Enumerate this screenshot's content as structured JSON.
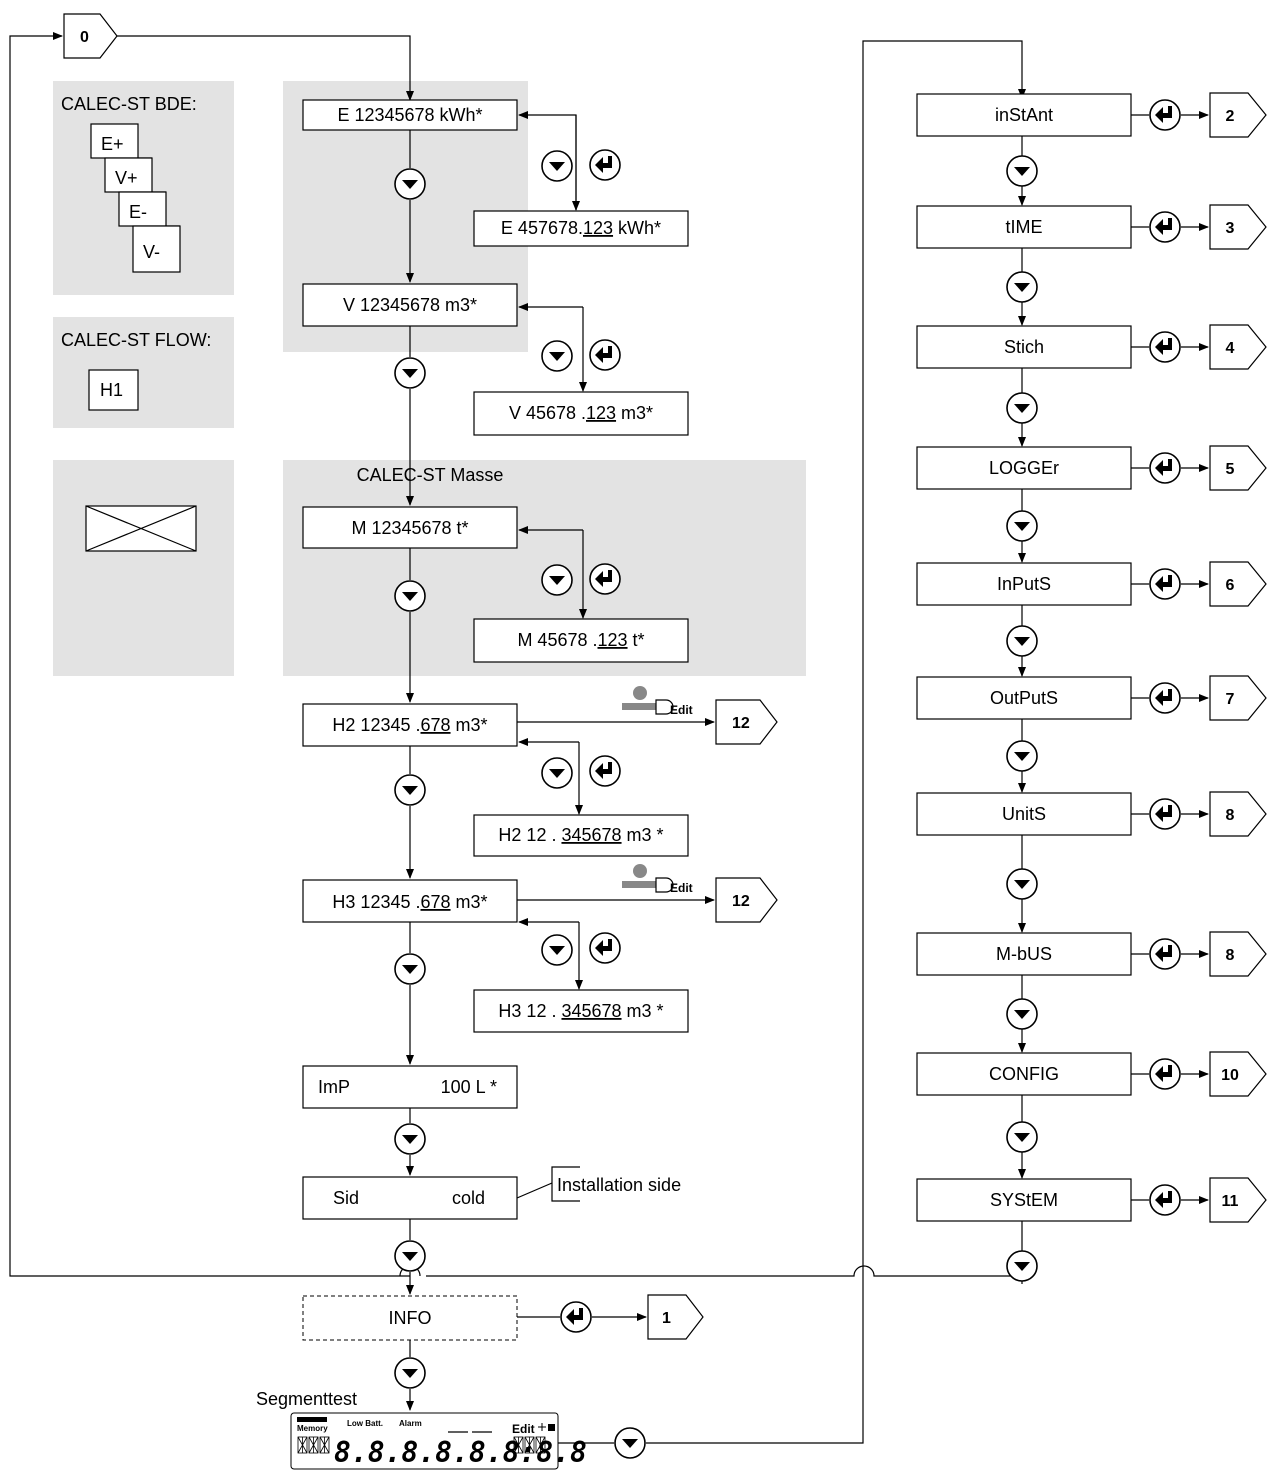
{
  "legend": {
    "bde": {
      "title": "CALEC-ST BDE:",
      "items": [
        "E+",
        "V+",
        "E-",
        "V-"
      ]
    },
    "flow": {
      "title": "CALEC-ST FLOW:",
      "items": [
        "H1"
      ]
    },
    "masse_title": "CALEC-ST Masse"
  },
  "main_boxes": {
    "e": {
      "text": "E 12345678 kWh*"
    },
    "e_alt": {
      "pre": "E 457678.",
      "u": "123",
      "post": " kWh*"
    },
    "v": {
      "text": "V 12345678 m3*"
    },
    "v_alt": {
      "pre": "V 45678 .",
      "u": "123",
      "post": " m3*"
    },
    "m": {
      "text": "M  12345678 t*"
    },
    "m_alt": {
      "pre": "M  45678 .",
      "u": "123",
      "post": " t*"
    },
    "h2": {
      "pre": "H2 12345 .",
      "u": "678",
      "post": " m3*"
    },
    "h2_alt": {
      "pre": "H2 12 . ",
      "u": "345678",
      "post": " m3 *"
    },
    "h3": {
      "pre": "H3 12345 .",
      "u": "678",
      "post": " m3*"
    },
    "h3_alt": {
      "pre": "H3 12 . ",
      "u": "345678",
      "post": " m3 *"
    },
    "imp": {
      "left": "ImP",
      "right": "100  L *"
    },
    "sid": {
      "left": "Sid",
      "right": "cold",
      "note": "Installation side"
    },
    "info": {
      "text": "INFO"
    }
  },
  "edit": {
    "label": "Edit"
  },
  "segment": {
    "title": "Segmenttest",
    "memory": "Memory",
    "lowbatt": "Low Batt.",
    "alarm": "Alarm",
    "edit": "Edit",
    "digits": "8.8.8.8.8.8:8.8"
  },
  "menu": {
    "items": [
      {
        "label": "inStAnt",
        "target": "2"
      },
      {
        "label": "tIME",
        "target": "3"
      },
      {
        "label": "Stich",
        "target": "4"
      },
      {
        "label": "LOGGEr",
        "target": "5"
      },
      {
        "label": "InPutS",
        "target": "6"
      },
      {
        "label": "OutPutS",
        "target": "7"
      },
      {
        "label": "UnitS",
        "target": "8"
      },
      {
        "label": "M-bUS",
        "target": "8"
      },
      {
        "label": "CONFIG",
        "target": "10"
      },
      {
        "label": "SYStEM",
        "target": "11"
      }
    ]
  },
  "pointers": {
    "start": "0",
    "h2": "12",
    "h3": "12",
    "info": "1"
  }
}
